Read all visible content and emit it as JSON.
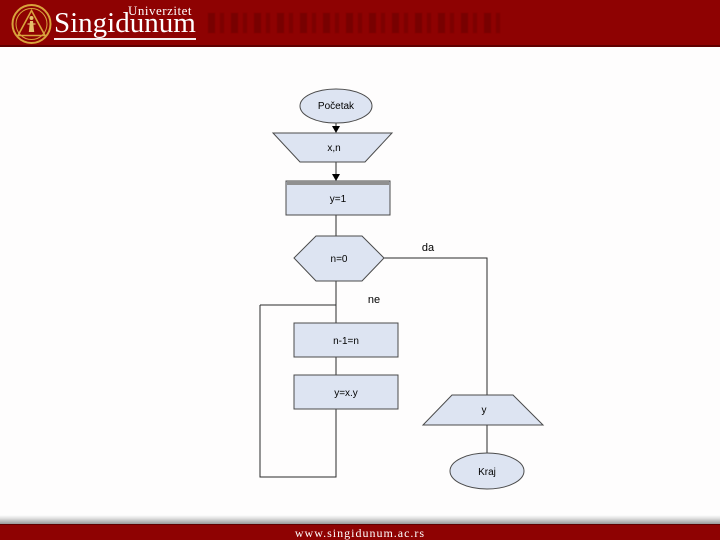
{
  "header": {
    "univerzitet": "Univerzitet",
    "brand": "Singidunum"
  },
  "footer": {
    "url": "www.singidunum.ac.rs"
  },
  "colors": {
    "maroon": "#8e0202",
    "maroon-dark": "#5f0000",
    "gold": "#d9a33c",
    "shape-fill": "#dde4f2",
    "shape-stroke": "#4a4a4a"
  },
  "flowchart": {
    "nodes": [
      {
        "id": "start",
        "type": "terminator-oval",
        "label": "Početak"
      },
      {
        "id": "input",
        "type": "input-trapezoid",
        "label": "x,n"
      },
      {
        "id": "init",
        "type": "process-rect",
        "label": "y=1"
      },
      {
        "id": "decision",
        "type": "decision-hexagon",
        "label": "n=0"
      },
      {
        "id": "decrement",
        "type": "process-rect",
        "label": "n-1=n"
      },
      {
        "id": "multiply",
        "type": "process-rect",
        "label": "y=x.y"
      },
      {
        "id": "output",
        "type": "output-trapezoid",
        "label": "y"
      },
      {
        "id": "end",
        "type": "terminator-oval",
        "label": "Kraj"
      }
    ],
    "edges": {
      "yes_label": "da",
      "no_label": "ne"
    }
  }
}
